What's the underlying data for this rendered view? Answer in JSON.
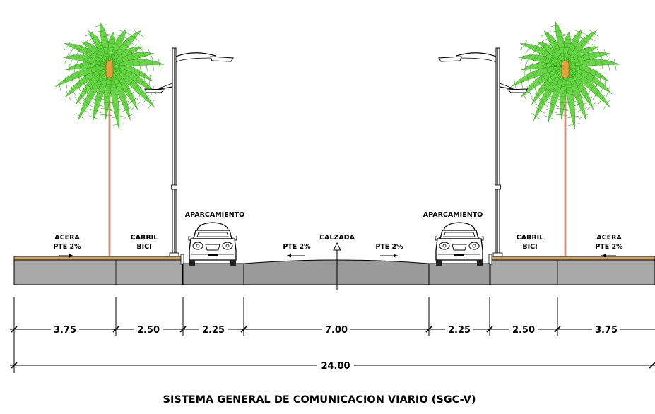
{
  "labels": {
    "acera": "ACERA",
    "pte": "PTE 2%",
    "carril": "CARRIL",
    "bici": "BICI",
    "aparcamiento": "APARCAMIENTO",
    "calzada": "CALZADA"
  },
  "dimensions": [
    "3.75",
    "2.50",
    "2.25",
    "7.00",
    "2.25",
    "2.50",
    "3.75"
  ],
  "total": "24.00",
  "title": "SISTEMA GENERAL DE COMUNICACION VIARIO (SGC-V)",
  "colors": {
    "sidewalk_top": "#c8a46a",
    "pavement": "#a9a9a9",
    "road": "#9a9a9a",
    "palm_leaf": "#5ed13a",
    "palm_trunk": "#d9a08a",
    "coconut": "#e0a23a"
  }
}
